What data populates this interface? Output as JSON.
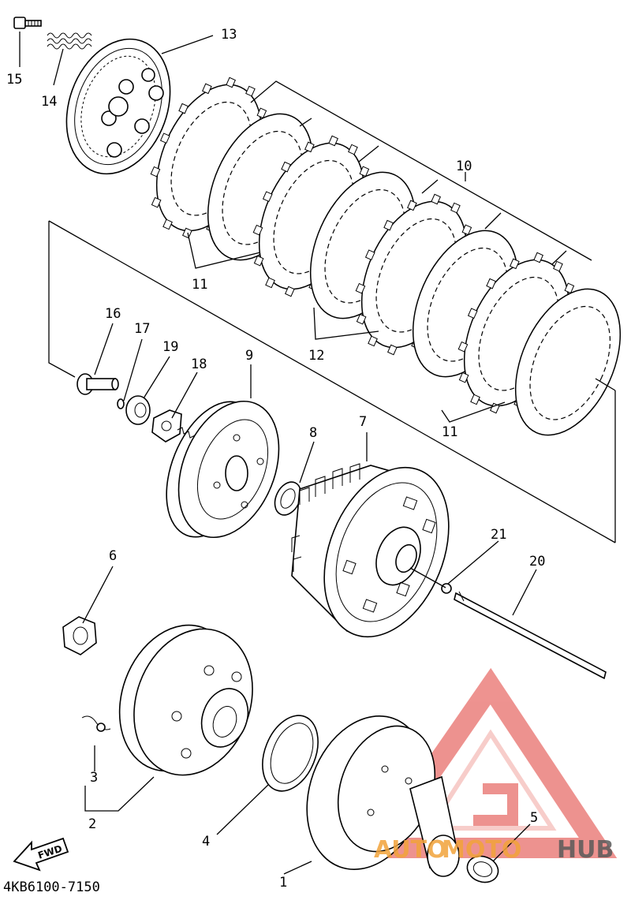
{
  "parts": [
    {
      "number": "1"
    },
    {
      "number": "2"
    },
    {
      "number": "3"
    },
    {
      "number": "4"
    },
    {
      "number": "5"
    },
    {
      "number": "6"
    },
    {
      "number": "7"
    },
    {
      "number": "8"
    },
    {
      "number": "9"
    },
    {
      "number": "10"
    },
    {
      "number": "11"
    },
    {
      "number": "12"
    },
    {
      "number": "13"
    },
    {
      "number": "14"
    },
    {
      "number": "15"
    },
    {
      "number": "16"
    },
    {
      "number": "17"
    },
    {
      "number": "18"
    },
    {
      "number": "19"
    },
    {
      "number": "20"
    },
    {
      "number": "21"
    }
  ],
  "fwd_label": "FWD",
  "diagram_code": "4KB6100-7150",
  "watermark": {
    "part1": "AUTO",
    "part2": "MOTO",
    "part3": "HUB"
  },
  "colors": {
    "line": "#000000",
    "watermark_red": "#e03a35",
    "watermark_orange": "#f2a33a",
    "watermark_gray": "#5a5a5a"
  }
}
